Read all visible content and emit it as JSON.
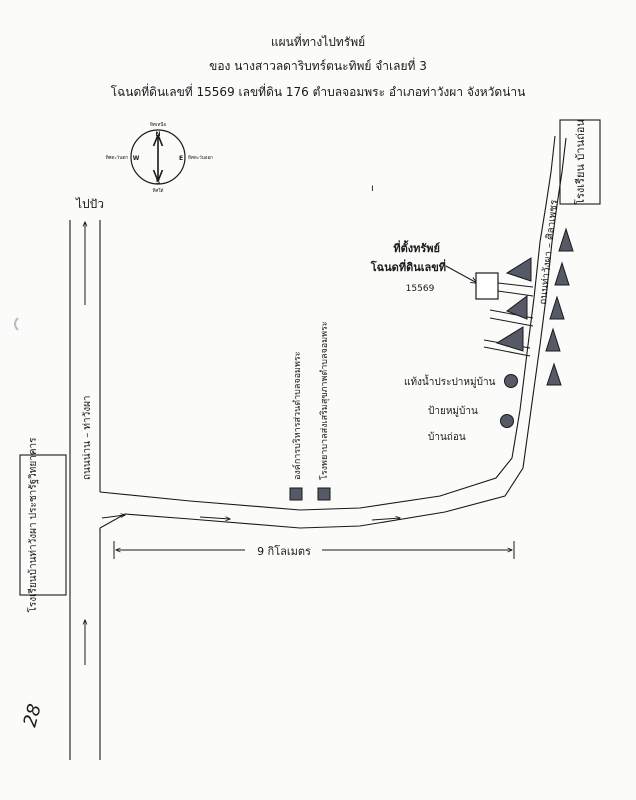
{
  "header": {
    "line1": "แผนที่ทางไปทรัพย์",
    "line2": "ของ นางสาวลดาริบทร์ตนะทิพย์  จำเลยที่ 3",
    "line3": "โฉนดที่ดินเลขที่ 15569 เลขที่ดิน 176 ตำบลจอมพระ อำเภอท่าวังผา จังหวัดน่าน"
  },
  "compass": {
    "n": "N",
    "s": "S",
    "e": "E",
    "w": "W",
    "north_text": "ทิศเหนือ",
    "south_text": "ทิศใต้",
    "east_text": "ทิศตะวันออก",
    "west_text": "ทิศตะวันตก"
  },
  "labels": {
    "to_pua": "ไปปัว",
    "road_left": "ถนนน่าน – ท่าวังผา",
    "road_right": "ถนนท่าวังผา – ศิลาเพชร",
    "school_right": "โรงเรียน บ้านถ่อน",
    "school_left": "โรงเรียนบ้านท่าวังผา ประชารัฐวิทยาคาร",
    "sao_office": "องค์การบริหารส่วนตำบลจอมพระ",
    "hospital": "โรงพยาบาลส่งเสริมสุขภาพตำบลจอมพระ",
    "property_title": "ที่ตั้งทรัพย์",
    "property_deed": "โฉนดที่ดินเลขที่",
    "property_number": "15569",
    "water_tower": "แท้งน้ำประปาหมู่บ้าน",
    "village_sign": "ป้ายหมู่บ้าน",
    "village_name": "บ้านถ่อน",
    "distance": "9 กิโลเมตร",
    "margin_number": "28",
    "stray_mark": "ı"
  },
  "colors": {
    "ink": "#1a1a1a",
    "marker_fill": "#555a66",
    "paper": "#fbfbfa"
  }
}
